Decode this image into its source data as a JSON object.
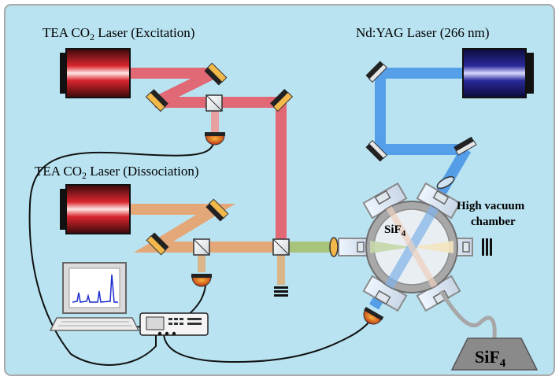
{
  "labels": {
    "laser_excitation": "TEA CO",
    "laser_excitation_sub": "2",
    "laser_excitation_tail": " Laser (Excitation)",
    "laser_dissociation": "TEA CO",
    "laser_dissociation_sub": "2",
    "laser_dissociation_tail": " Laser (Dissociation)",
    "laser_yag": "Nd:YAG Laser (266 nm)",
    "chamber_line1": "High vacuum",
    "chamber_line2": "chamber",
    "chamber_gas": "SiF",
    "chamber_gas_sub": "4",
    "tank_gas": "SiF",
    "tank_gas_sub": "4"
  },
  "colors": {
    "background": "#b9e3f1",
    "excitation_beam": "#e55a67",
    "dissociation_beam": "#e9a06a",
    "yag_beam": "#4a97e8",
    "combined_beam": "#a8c47a",
    "mirror": "#f2b94a",
    "detector": "#d9411e",
    "chamber": "#a8a8a8"
  },
  "icons": {
    "mirror": "mirror-icon",
    "beam_splitter": "beam-splitter-icon",
    "detector": "detector-icon",
    "beam_dump": "beam-dump-icon",
    "lens": "lens-icon",
    "computer": "computer-icon",
    "oscilloscope": "oscilloscope-icon",
    "gas_tank": "gas-tank-icon"
  }
}
